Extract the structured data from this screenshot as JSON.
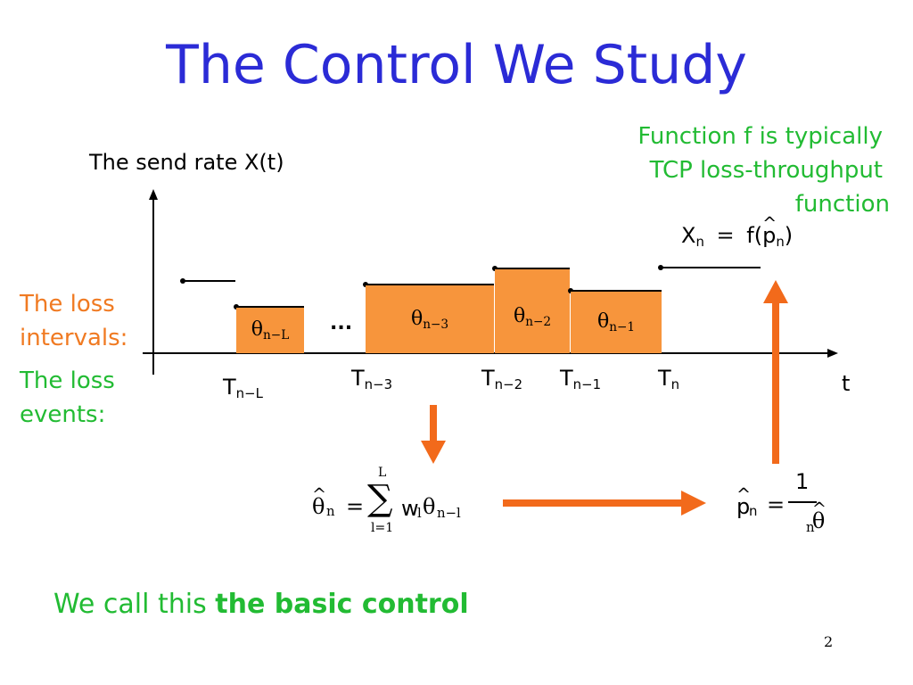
{
  "slide": {
    "title": "The Control We Study",
    "page_number": "2"
  },
  "axis": {
    "y_label": "The send rate X(t)",
    "x_label": "t"
  },
  "note": {
    "line1": "Function f is typically",
    "line2": "TCP loss-throughput",
    "line3": "function"
  },
  "legend": {
    "loss_intervals_1": "The loss",
    "loss_intervals_2": "intervals:",
    "loss_events_1": "The loss",
    "loss_events_2": "events:"
  },
  "intervals": [
    {
      "sym": "θ",
      "sub": "n−L"
    },
    {
      "sym": "θ",
      "sub": "n−3"
    },
    {
      "sym": "θ",
      "sub": "n−2"
    },
    {
      "sym": "θ",
      "sub": "n−1"
    }
  ],
  "ellipsis": "...",
  "events": [
    {
      "sym": "T",
      "sub": "n−L"
    },
    {
      "sym": "T",
      "sub": "n−3"
    },
    {
      "sym": "T",
      "sub": "n−2"
    },
    {
      "sym": "T",
      "sub": "n−1"
    },
    {
      "sym": "T",
      "sub": "n"
    }
  ],
  "formula_x": {
    "lhs": "X",
    "lhs_sub": "n",
    "eq": "=",
    "fn": "f(",
    "arg": "p",
    "arg_sub": "n",
    "close": ")"
  },
  "formula_theta": {
    "lhs": "θ",
    "lhs_sub": "n",
    "eq": "=",
    "upper": "L",
    "sigma": "∑",
    "lower": "l=1",
    "w": "w",
    "w_sub": "l",
    "t": "θ",
    "t_sub": "n−l"
  },
  "formula_p": {
    "lhs": "p",
    "lhs_sub": "n",
    "eq": "=",
    "num": "1",
    "den": "θ",
    "den_sub": "n"
  },
  "conclusion": {
    "prefix": "We call this ",
    "bold": "the basic control"
  },
  "colors": {
    "title": "#2b2bd6",
    "green": "#22bb33",
    "orange": "#f07a22",
    "bar_fill": "#f7953c"
  }
}
